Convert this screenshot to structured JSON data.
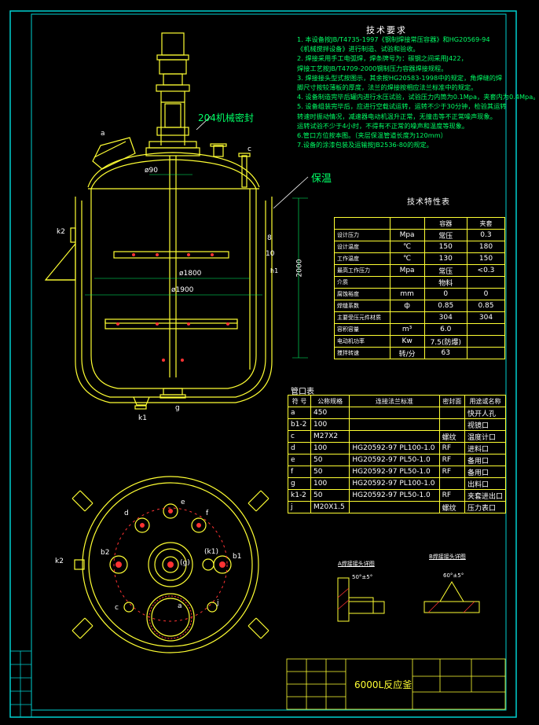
{
  "tech_requirements": {
    "title": "技术要求",
    "lines": [
      "1. 本设备按JB/T4735-1997《钢制焊接常压容器》和HG20569-94",
      "《机械搅拌设备》进行制造、试验和验收。",
      "2. 焊接采用手工电弧焊，焊条牌号为：碳钢之间采用J422，",
      "焊接工艺按JB/T4709-2000钢制压力容器焊接规程。",
      "3. 焊接接头型式按图示，其余按HG20583-1998中的规定，角焊缝的焊",
      "脚尺寸按较薄板的厚度，法兰的焊接按相应法兰标准中的规定。",
      "4. 设备制造完毕后罐内进行水压试验，试验压力内筒为0.1Mpa，夹套内为0.4Mpa。",
      "5. 设备组装完毕后，应进行空载试运转，运转不少于30分钟，检验其运转",
      "转速时振动情况，减速器电动机温升正常，无撞击等不正常噪声现象。",
      "运转试验不少于4小时，不得有不正常的噪声和温度等现象。",
      "6.管口方位按本图。（夹层保温管道长度为120mm）",
      "7.设备的涂漆包装及运输按JB2536-80的规定。"
    ]
  },
  "labels": {
    "mech_seal": "204机械密封",
    "insulation": "保温",
    "dia90": "ø90",
    "dia1800": "ø1800",
    "dia1900": "ø1900",
    "h2000": "2000",
    "dim8": "8",
    "dim10": "10",
    "dim_h1": "h1",
    "nozzle_a": "a",
    "nozzle_c": "c",
    "nozzle_k2": "k2",
    "nozzle_k1": "k1",
    "nozzle_g": "g"
  },
  "spec_table": {
    "title": "技术特性表",
    "headers": [
      "",
      "",
      "容器",
      "夹套"
    ],
    "rows": [
      [
        "设计压力",
        "Mpa",
        "常压",
        "0.3"
      ],
      [
        "设计温度",
        "℃",
        "150",
        "180"
      ],
      [
        "工作温度",
        "℃",
        "130",
        "150"
      ],
      [
        "最高工作压力",
        "Mpa",
        "常压",
        "<0.3"
      ],
      [
        "介质",
        "",
        "物料",
        ""
      ],
      [
        "腐蚀裕度",
        "mm",
        "0",
        "0"
      ],
      [
        "焊缝系数",
        "ф",
        "0.85",
        "0.85"
      ],
      [
        "主要受压元件材质",
        "",
        "304",
        "304"
      ],
      [
        "容积容量",
        "m³",
        "6.0",
        ""
      ],
      [
        "电动机功率",
        "Kw",
        "7.5(防爆)",
        ""
      ],
      [
        "搅拌转速",
        "转/分",
        "63",
        ""
      ]
    ]
  },
  "nozzle_table": {
    "title": "管口表",
    "headers": [
      "符 号",
      "公称规格",
      "连接法兰标准",
      "密封面",
      "用途或名称"
    ],
    "rows": [
      [
        "a",
        "450",
        "",
        "",
        "快开人孔"
      ],
      [
        "b1-2",
        "100",
        "",
        "",
        "视镜口"
      ],
      [
        "c",
        "M27X2",
        "",
        "螺纹",
        "温度计口"
      ],
      [
        "d",
        "100",
        "HG20592-97 PL100-1.0",
        "RF",
        "进料口"
      ],
      [
        "e",
        "50",
        "HG20592-97 PL50-1.0",
        "RF",
        "备用口"
      ],
      [
        "f",
        "50",
        "HG20592-97 PL50-1.0",
        "RF",
        "备用口"
      ],
      [
        "g",
        "100",
        "HG20592-97 PL100-1.0",
        "",
        "出料口"
      ],
      [
        "k1-2",
        "50",
        "HG20592-97 PL50-1.0",
        "RF",
        "夹套进出口"
      ],
      [
        "j",
        "M20X1.5",
        "",
        "螺纹",
        "压力表口"
      ]
    ]
  },
  "plan_labels": {
    "d": "d",
    "e": "e",
    "f": "f",
    "b2": "b2",
    "b1": "b1",
    "k1": "(k1)",
    "g": "(g)",
    "c": "c",
    "j": "j",
    "a": "a",
    "k2": "k2"
  },
  "weld_details": {
    "left_title": "A焊接接头详图",
    "right_title": "B焊接接头详图",
    "angle_left": "50°±5°",
    "angle_right": "60°±5°"
  },
  "title_block": {
    "drawing_name": "6000L反应釜"
  },
  "colors": {
    "outline": "#ffff33",
    "text": "#00ff66",
    "annotation": "#ffffff",
    "nozzle": "#ff3333",
    "border": "#00e0e0"
  }
}
